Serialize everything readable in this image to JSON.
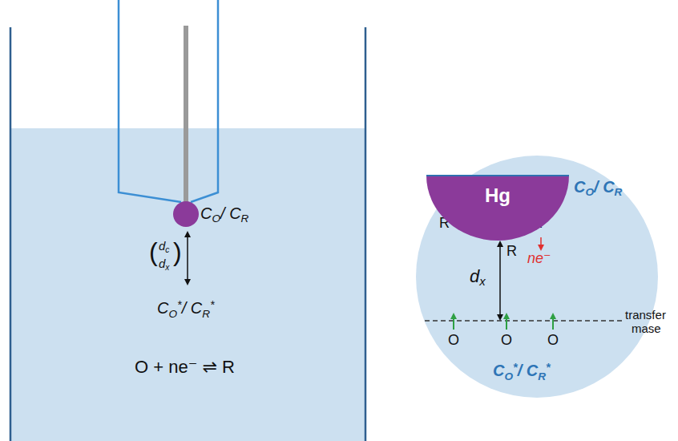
{
  "diagram": {
    "nodes": [
      {
        "text": [
          "Hg"
        ]
      }
    ],
    "labels": [
      "CO/ CR",
      "(",
      "dc",
      "dx",
      ")",
      "CO*/ CR*",
      "O + ne⁻ ⇌ R",
      "CO/ CR",
      "R",
      "R",
      "R",
      "ne⁻",
      "dx",
      "transfer",
      "mase",
      "O",
      "O",
      "O",
      "CO*/ CR*"
    ]
  }
}
